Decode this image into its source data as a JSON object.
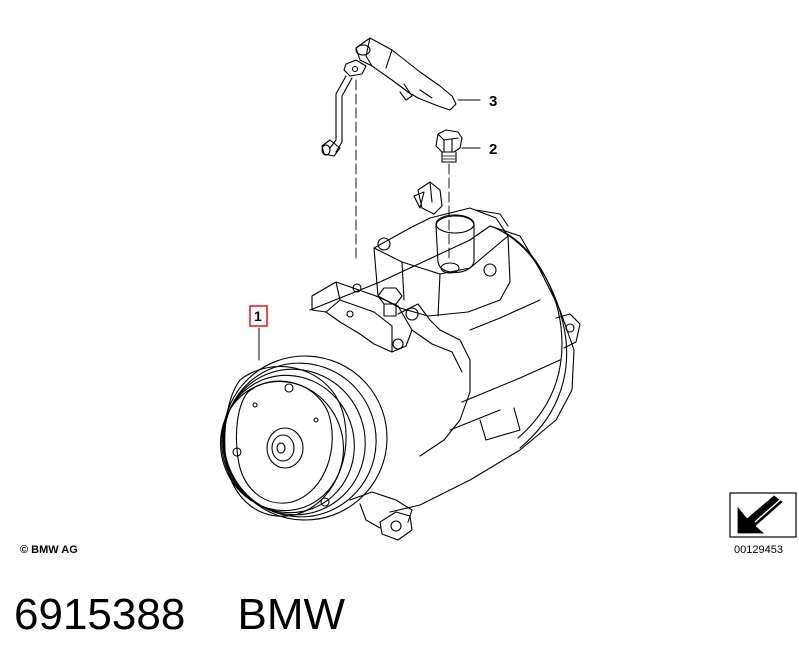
{
  "diagram": {
    "callouts": {
      "item_1": "1",
      "item_2": "2",
      "item_3": "3"
    },
    "copyright": "© BMW AG",
    "drawing_number": "00129453",
    "accent_colors": {
      "highlight_box": "#e0161b",
      "line": "#000000"
    }
  },
  "caption": {
    "part_number": "6915388",
    "brand": "BMW"
  }
}
